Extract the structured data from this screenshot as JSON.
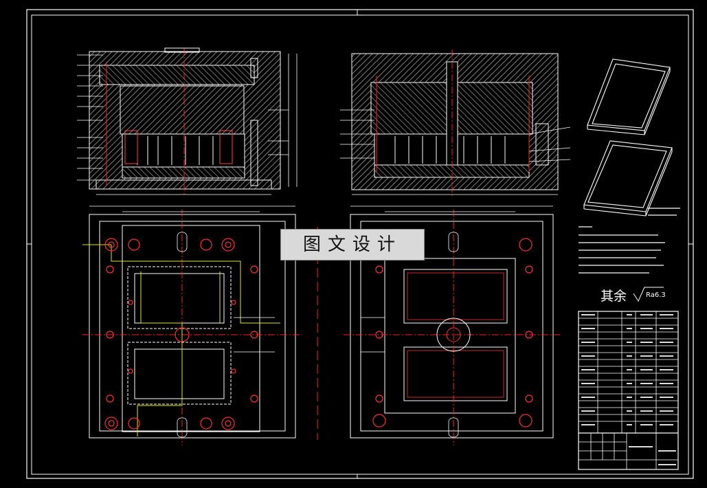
{
  "stamp": {
    "text": "图文设计"
  },
  "roughness_note": {
    "label": "其余",
    "value": "Ra6.3"
  },
  "colors": {
    "background": "#000000",
    "line": "#ffffff",
    "center": "#ff2020",
    "hatch": "#9a9a9a",
    "guide": "#e6e600"
  }
}
